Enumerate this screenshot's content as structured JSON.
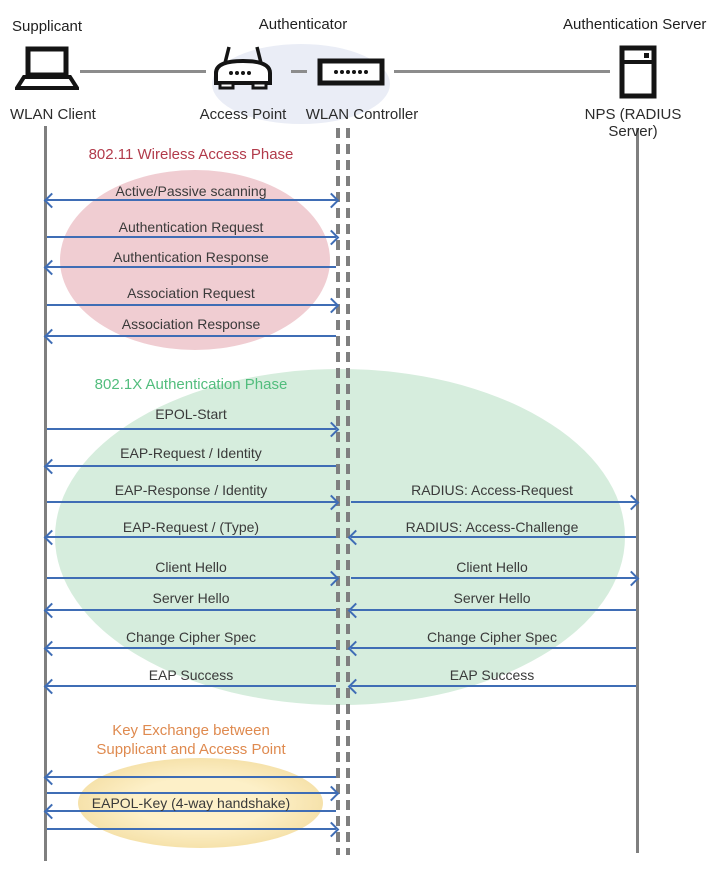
{
  "header": {
    "supplicant_role": "Supplicant",
    "authenticator_role": "Authenticator",
    "auth_server_role": "Authentication Server",
    "supplicant_device": "WLAN Client",
    "access_point": "Access Point",
    "wlan_controller": "WLAN Controller",
    "auth_server_device": "NPS (RADIUS Server)"
  },
  "phases": {
    "wireless": {
      "title": "802.11 Wireless Access Phase",
      "title_color": "#b23b4b",
      "fill": "#f0cdd2"
    },
    "dot1x": {
      "title": "802.1X Authentication Phase",
      "title_color": "#52bd7d",
      "fill": "#d6eddd"
    },
    "key_exchange": {
      "title_line1": "Key Exchange between",
      "title_line2": "Supplicant and Access Point",
      "title_color": "#df8a4f",
      "fill": "#fdeec3"
    }
  },
  "messages": {
    "client_to_controller": [
      {
        "label": "Active/Passive scanning",
        "direction": "both"
      },
      {
        "label": "Authentication Request",
        "direction": "right"
      },
      {
        "label": "Authentication Response",
        "direction": "left"
      },
      {
        "label": "Association Request",
        "direction": "right"
      },
      {
        "label": "Association Response",
        "direction": "left"
      },
      {
        "label": "EPOL-Start",
        "direction": "right"
      },
      {
        "label": "EAP-Request / Identity",
        "direction": "left"
      },
      {
        "label": "EAP-Response / Identity",
        "direction": "right"
      },
      {
        "label": "EAP-Request / (Type)",
        "direction": "left"
      },
      {
        "label": "Client Hello",
        "direction": "right"
      },
      {
        "label": "Server Hello",
        "direction": "left"
      },
      {
        "label": "Change Cipher Spec",
        "direction": "left"
      },
      {
        "label": "EAP Success",
        "direction": "left"
      }
    ],
    "controller_to_server": [
      {
        "label": "RADIUS: Access-Request",
        "direction": "right"
      },
      {
        "label": "RADIUS: Access-Challenge",
        "direction": "left"
      },
      {
        "label": "Client Hello",
        "direction": "right"
      },
      {
        "label": "Server Hello",
        "direction": "left"
      },
      {
        "label": "Change Cipher Spec",
        "direction": "left"
      },
      {
        "label": "EAP Success",
        "direction": "left"
      }
    ],
    "key_exchange": {
      "label": "EAPOL-Key (4-way handshake)",
      "arrow_directions": [
        "left",
        "right",
        "left",
        "right"
      ]
    }
  },
  "colors": {
    "arrow": "#3f6db5",
    "lifeline": "#7f7f7f",
    "connector": "#8c8c8c",
    "message_text": "#3a3a3a",
    "authenticator_halo": "#eaedf6"
  }
}
